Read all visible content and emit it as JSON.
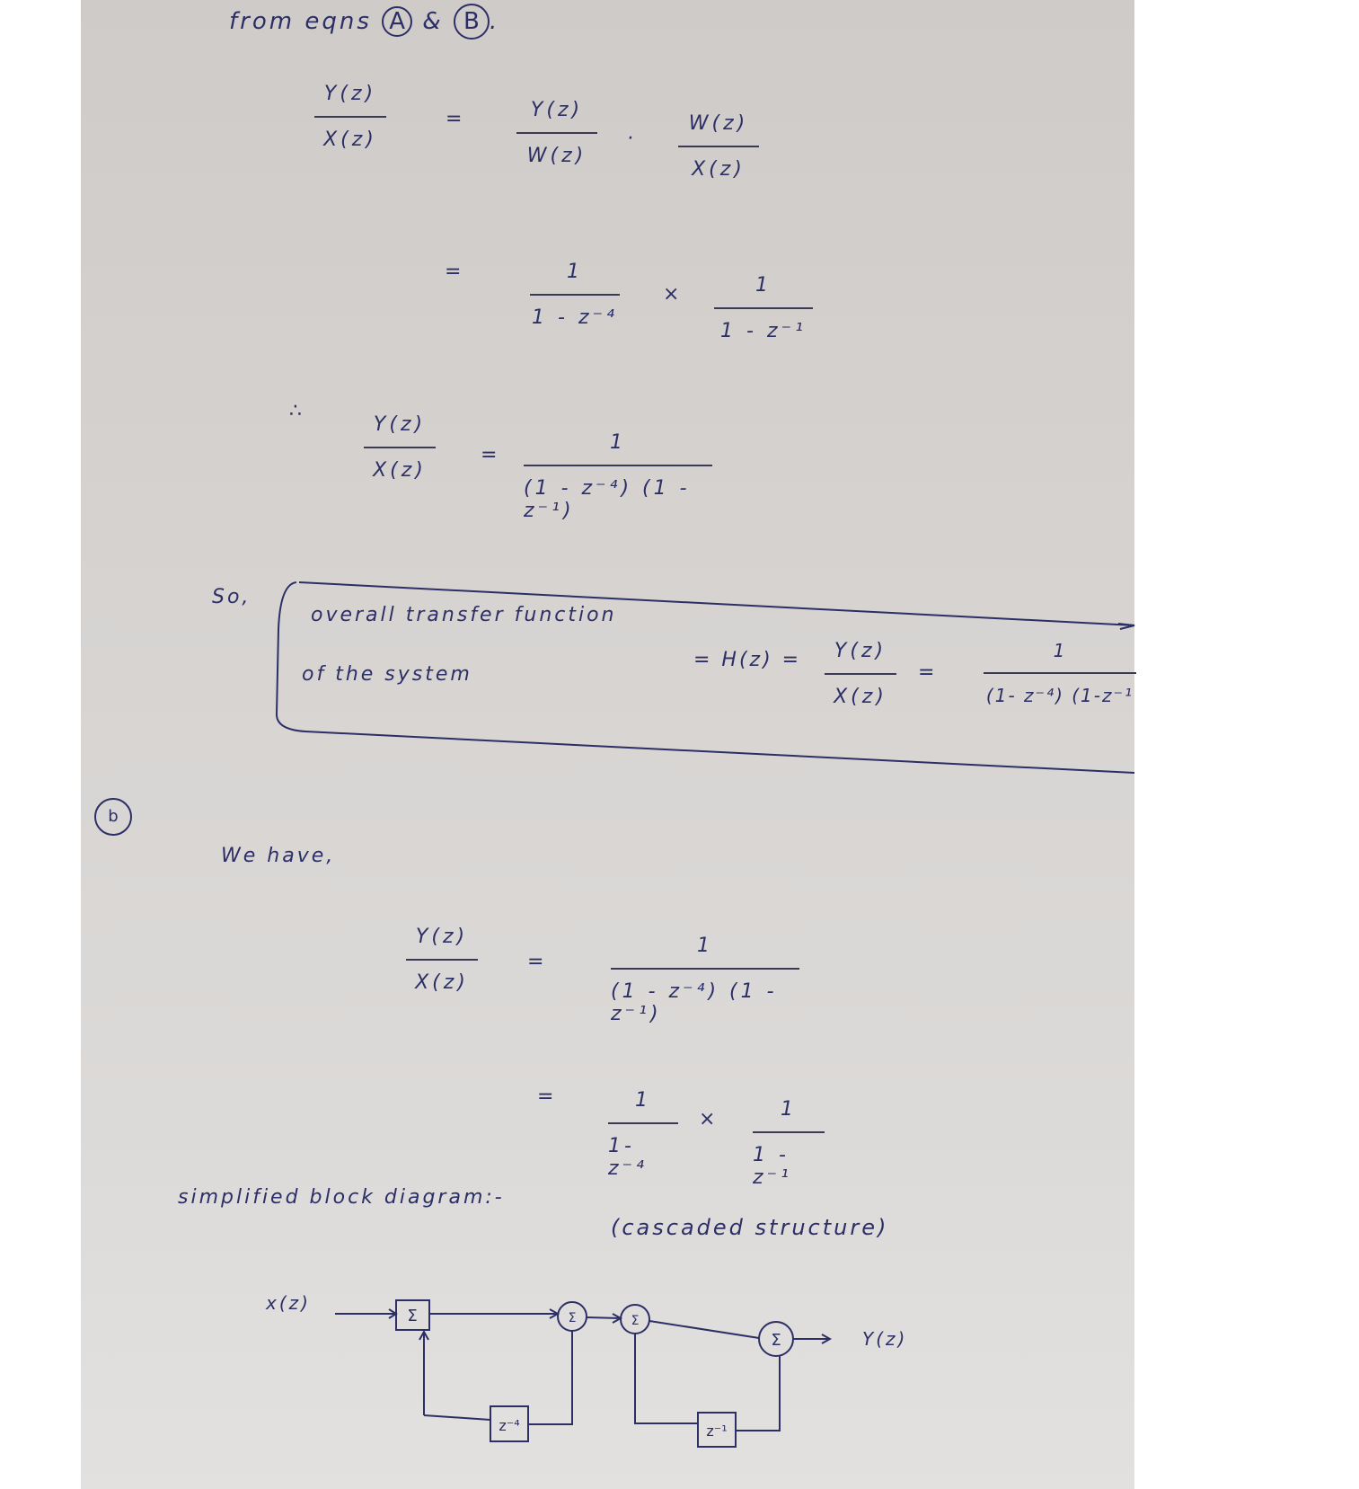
{
  "header": {
    "text": "from eqns",
    "label_a": "A",
    "amp": "&",
    "label_b": "B",
    "period": "."
  },
  "eq1": {
    "lhs_num": "Y(z)",
    "lhs_den": "X(z)",
    "eq": "=",
    "f1_num": "Y(z)",
    "f1_den": "W(z)",
    "dot": "·",
    "f2_num": "W(z)",
    "f2_den": "X(z)"
  },
  "eq2": {
    "eq": "=",
    "f1_num": "1",
    "f1_den": "1 - z⁻⁴",
    "times": "×",
    "f2_num": "1",
    "f2_den": "1 - z⁻¹"
  },
  "eq3": {
    "therefore": "∴",
    "lhs_num": "Y(z)",
    "lhs_den": "X(z)",
    "eq": "=",
    "num": "1",
    "den": "(1 - z⁻⁴) (1 - z⁻¹)"
  },
  "result": {
    "so": "So,",
    "line1": "overall transfer function",
    "line2": "of the system",
    "expr": "= H(z) =",
    "num": "Y(z)",
    "den": "X(z)",
    "eq": "=",
    "r_num": "1",
    "r_den": "(1- z⁻⁴) (1-z⁻¹"
  },
  "part_b": {
    "label": "b",
    "we_have": "We have,",
    "eq1": {
      "lhs_num": "Y(z)",
      "lhs_den": "X(z)",
      "eq": "=",
      "num": "1",
      "den": "(1 - z⁻⁴) (1 - z⁻¹)"
    },
    "eq2": {
      "eq": "=",
      "f1_num": "1",
      "f1_den": "1- z⁻⁴",
      "times": "×",
      "f2_num": "1",
      "f2_den": "1 - z⁻¹"
    }
  },
  "diagram": {
    "title": "simplified block diagram:-",
    "note": "(cascaded structure)",
    "input": "x(z)",
    "output": "Y(z)",
    "sum": "Σ",
    "delay1": "z⁻⁴",
    "delay2": "z⁻¹"
  },
  "colors": {
    "ink": "#2c2f66",
    "paper": "#d6d3d1"
  }
}
